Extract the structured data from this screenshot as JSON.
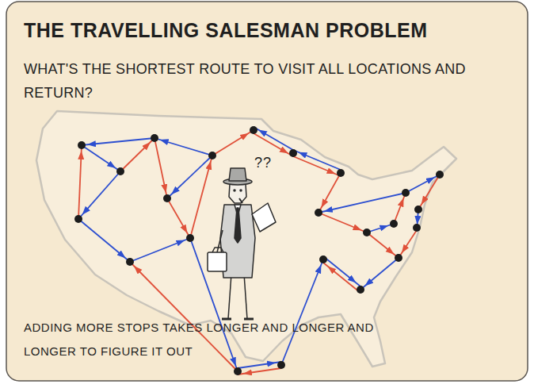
{
  "diagram": {
    "title": "THE TRAVELLING SALESMAN PROBLEM",
    "caption": "ADDING MORE STOPS TAKES LONGER AND LONGER AND LONGER TO FIGURE IT OUT",
    "labels": [
      "WHAT'S THE SHORTEST ROUTE TO VISIT ALL LOCATIONS AND RETURN?",
      "??"
    ]
  }
}
